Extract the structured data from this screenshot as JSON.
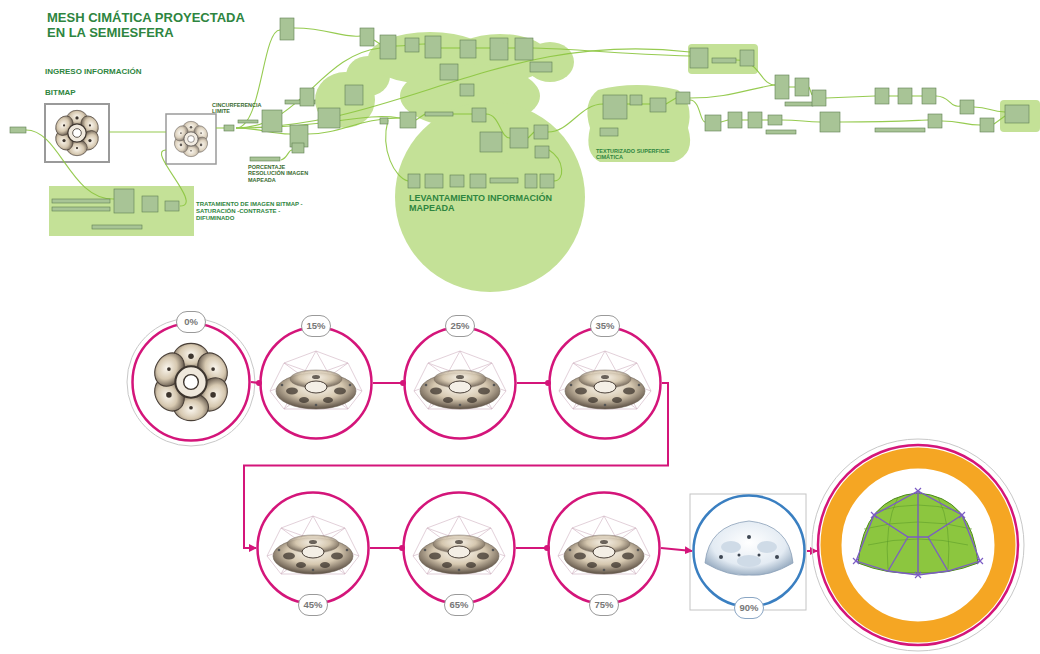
{
  "diagram": {
    "title": "MESH CIMÁTICA PROYECTADA EN LA SEMIESFERA",
    "nodes": [
      {
        "text": [
          "TRATAMIENTO DE IMAGEN BITMAP -SATURACIÓN -CONTRASTE -DIFUMINADO"
        ]
      },
      {
        "text": [
          "LEVANTAMIENTO INFORMACIÓN MAPEADA"
        ]
      },
      {
        "text": [
          "TEXTURIZADO SUPERFICIE CIMÁTICA"
        ]
      },
      {
        "text": [
          "0%"
        ]
      },
      {
        "text": [
          "15%"
        ]
      },
      {
        "text": [
          "25%"
        ]
      },
      {
        "text": [
          "35%"
        ]
      },
      {
        "text": [
          "45%"
        ]
      },
      {
        "text": [
          "65%"
        ]
      },
      {
        "text": [
          "75%"
        ]
      },
      {
        "text": [
          "90%"
        ]
      }
    ],
    "edges": [
      {
        "from": 3,
        "to": 4,
        "arrow": "none"
      },
      {
        "from": 4,
        "to": 5,
        "arrow": "none"
      },
      {
        "from": 5,
        "to": 6,
        "arrow": "none"
      },
      {
        "from": 6,
        "to": 7,
        "arrow": "to"
      },
      {
        "from": 7,
        "to": 8,
        "arrow": "none"
      },
      {
        "from": 8,
        "to": 9,
        "arrow": "none"
      },
      {
        "from": 9,
        "to": 10,
        "arrow": "to"
      }
    ],
    "labels": [
      "INGRESO INFORMACIÓN",
      "BITMAP",
      "CINCURFERENCIA LIMITE",
      "PORCENTAJE RESOLUCIÓN IMAGEN MAPEADA"
    ]
  }
}
